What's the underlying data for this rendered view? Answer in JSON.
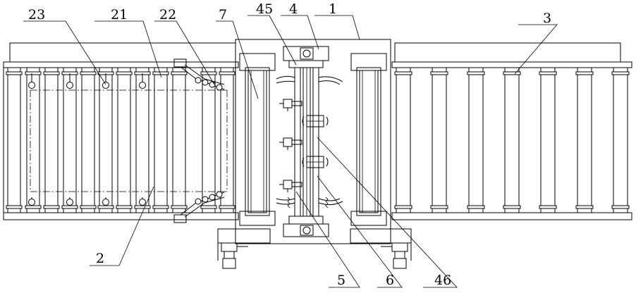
{
  "labels": {
    "l1": "1",
    "l2": "2",
    "l3": "3",
    "l4": "4",
    "l5": "5",
    "l6": "6",
    "l7": "7",
    "l21": "21",
    "l22": "22",
    "l23": "23",
    "l45": "45",
    "l46": "46"
  }
}
